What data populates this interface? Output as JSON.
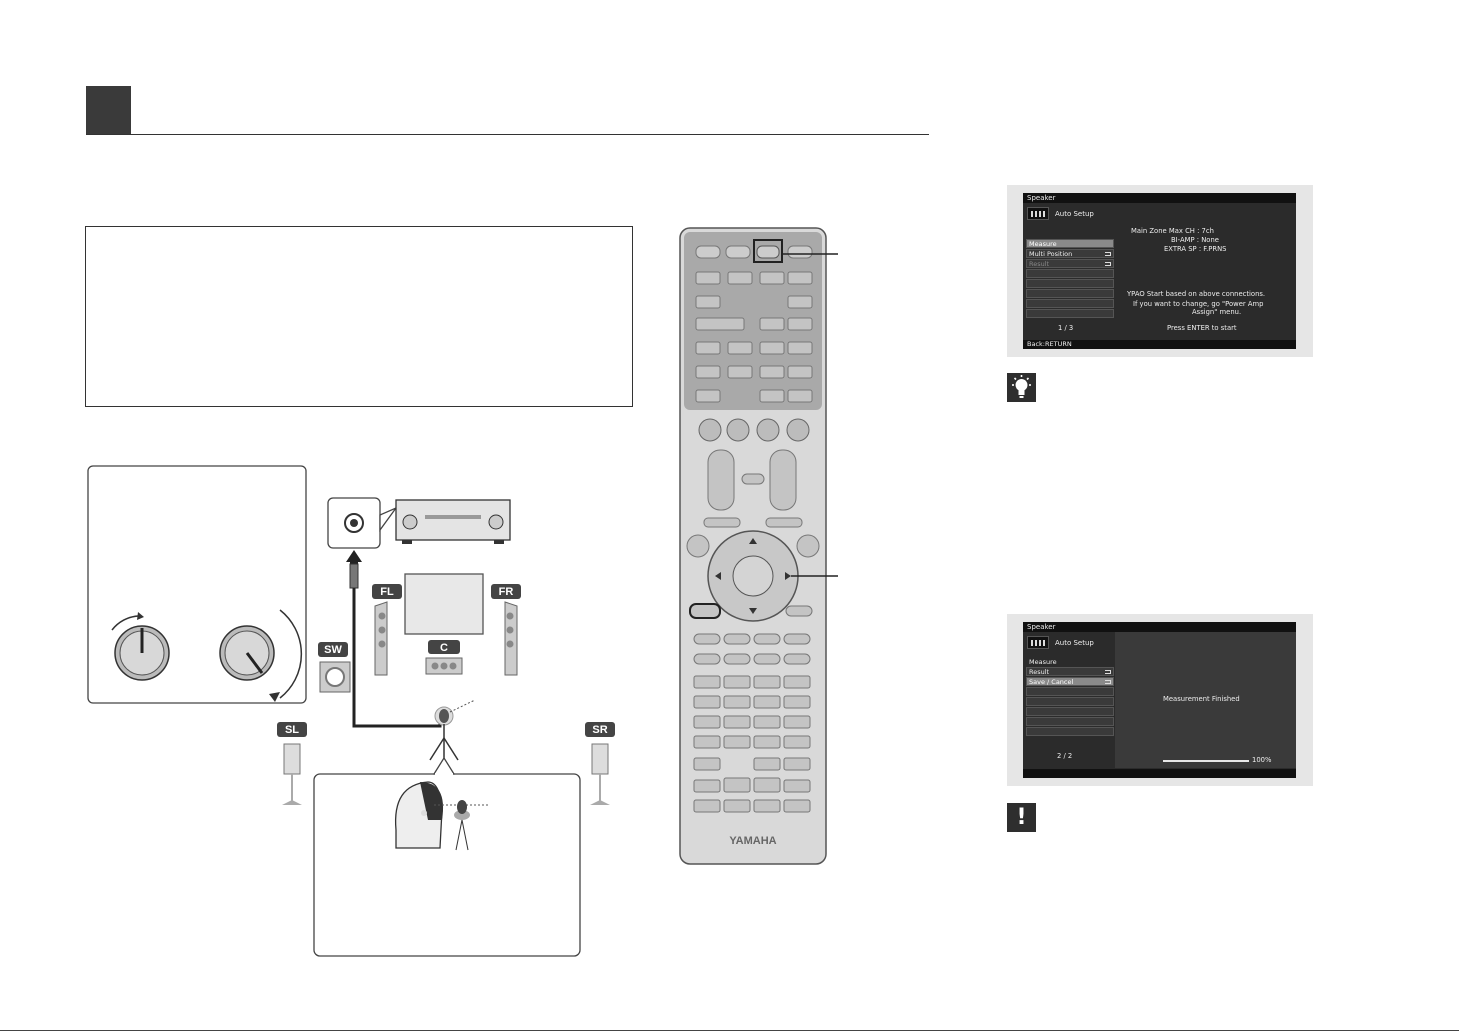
{
  "icons": {
    "section": "section-square",
    "tip": "tip-bulb-icon",
    "caution": "caution-exclamation-icon",
    "remote": "remote-control-icon"
  },
  "diagram": {
    "speakers": {
      "fl": "FL",
      "fr": "FR",
      "c": "C",
      "sw": "SW",
      "sl": "SL",
      "sr": "SR"
    }
  },
  "remote": {
    "brand": "YAMAHA"
  },
  "osd1": {
    "title": "Speaker",
    "heading": "Auto Setup",
    "menu": [
      "Measure",
      "Multi Position",
      "Result"
    ],
    "page": "1 / 3",
    "info": {
      "line1_label": "Main Zone Max CH :",
      "line1_value": "7ch",
      "line2_label": "BI-AMP :",
      "line2_value": "None",
      "line3_label": "EXTRA SP :",
      "line3_value": "F.PRNS"
    },
    "message1": "YPAO Start based on above connections.",
    "message2": "If you want to change, go \"Power Amp",
    "message3": "Assign\" menu.",
    "prompt": "Press ENTER to start",
    "footer": "Back:RETURN"
  },
  "osd2": {
    "title": "Speaker",
    "heading": "Auto Setup",
    "menu": [
      "Measure",
      "Result",
      "Save / Cancel"
    ],
    "page": "2 / 2",
    "status": "Measurement Finished",
    "progress_label": "100%",
    "progress_fraction": 1.0
  }
}
